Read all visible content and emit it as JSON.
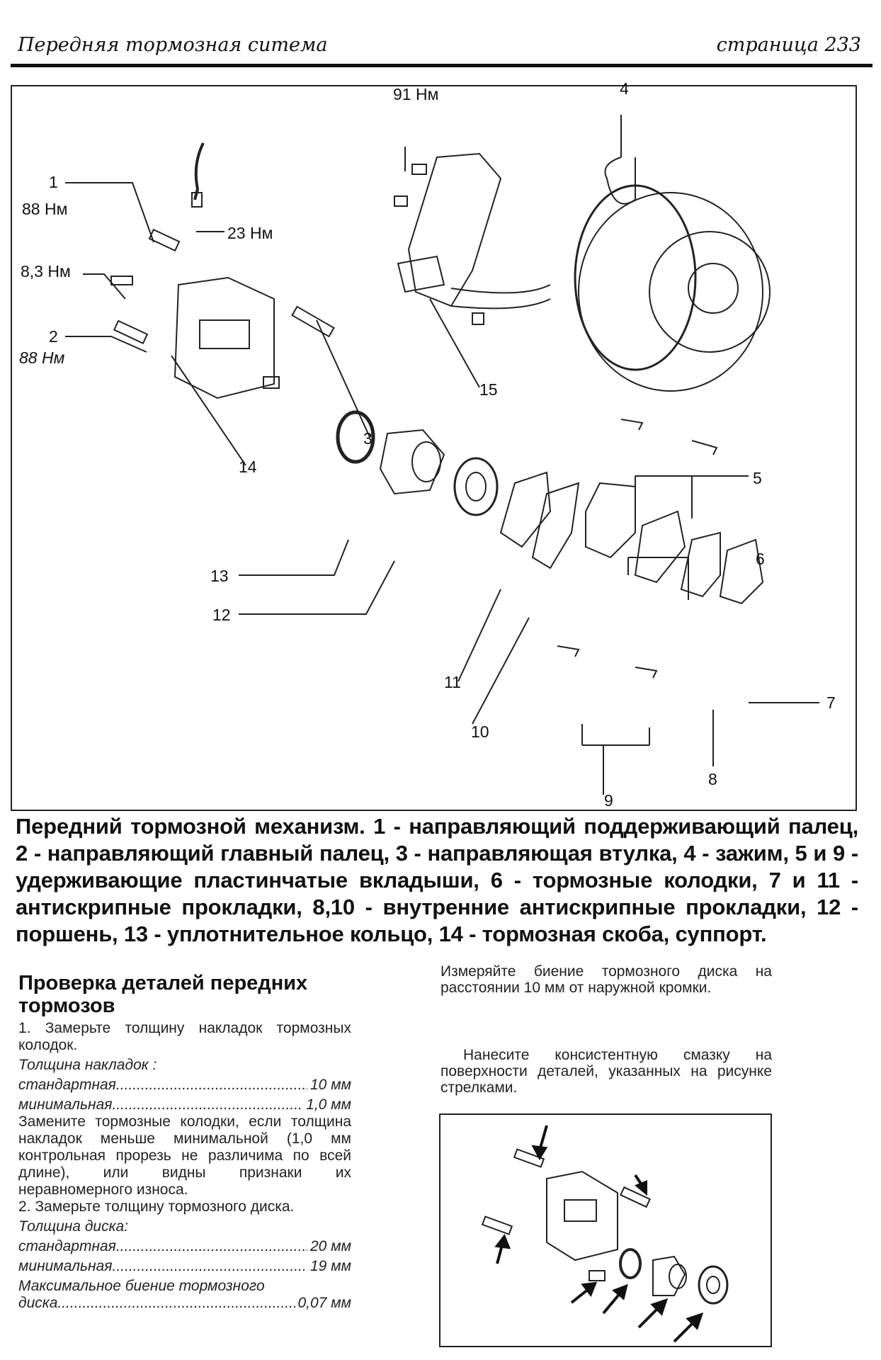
{
  "header": {
    "section_title": "Передняя тормозная ситема",
    "page_label": "страница 233"
  },
  "figure": {
    "labels": {
      "torque_91": "91 Нм",
      "n4": "4",
      "n1": "1",
      "torque_88_a": "88 Нм",
      "torque_23": "23 Нм",
      "torque_8_3": "8,3 Нм",
      "n2": "2",
      "torque_88_b": "88 Нм",
      "n15": "15",
      "n3": "3",
      "n14": "14",
      "n5": "5",
      "n6": "6",
      "n13": "13",
      "n12": "12",
      "n11": "11",
      "n10": "10",
      "n7": "7",
      "n8": "8",
      "n9": "9"
    }
  },
  "caption": "Передний тормозной механизм. 1 - направляющий поддерживающий палец, 2 - направляющий главный палец, 3 - направляющая втулка, 4 - зажим, 5 и 9 - удерживающие пластинчатые вкладыши, 6 - тормозные колодки, 7 и 11 - антискрипные прокладки, 8,10 - внутренние антискрипные прокладки, 12 - поршень, 13 - уплотнительное кольцо, 14 - тормозная скоба, суппорт.",
  "left": {
    "heading": "Проверка деталей передних тормозов",
    "step1": "1. Замерьте толщину накладок тормозных колодок.",
    "pad_title": "Толщина накладок :",
    "pad_std_k": "стандартная",
    "pad_std_v": "10 мм",
    "pad_min_k": "минимальная",
    "pad_min_v": "1,0 мм",
    "replace_text": "Замените тормозные колодки, если толщина накладок меньше минимальной (1,0 мм контрольная прорезь не различима по всей длине), или видны признаки их неравномерного износа.",
    "step2": "2. Замерьте толщину тормозного диска.",
    "disc_title": "Толщина диска:",
    "disc_std_k": "стандартная",
    "disc_std_v": "20 мм",
    "disc_min_k": "минимальная",
    "disc_min_v": "19 мм",
    "runout_title": "Максимальное биение тормозного",
    "runout_k": "диска",
    "runout_v": "0,07 мм"
  },
  "right": {
    "para1": "Измеряйте биение тормозного диска на расстоянии 10 мм от наружной кромки.",
    "para2": "Нанесите консистентную смазку на поверхности деталей, указанных на рисунке стрелками."
  }
}
